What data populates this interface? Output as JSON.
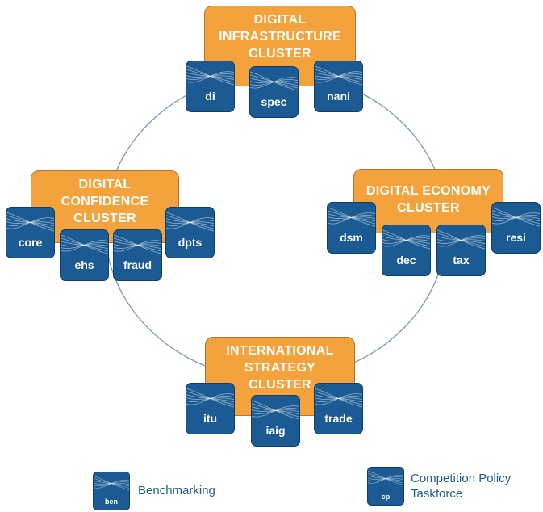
{
  "clusters": [
    {
      "id": "infrastructure",
      "title": "DIGITAL\nINFRASTRUCTURE\nCLUSTER",
      "tiles": [
        "di",
        "spec",
        "nani"
      ]
    },
    {
      "id": "confidence",
      "title": "DIGITAL\nCONFIDENCE\nCLUSTER",
      "tiles": [
        "core",
        "ehs",
        "fraud",
        "dpts"
      ]
    },
    {
      "id": "economy",
      "title": "DIGITAL ECONOMY\nCLUSTER",
      "tiles": [
        "dsm",
        "dec",
        "tax",
        "resi"
      ]
    },
    {
      "id": "international",
      "title": "INTERNATIONAL\nSTRATEGY\nCLUSTER",
      "tiles": [
        "itu",
        "iaig",
        "trade"
      ]
    }
  ],
  "legend": [
    {
      "tile": "ben",
      "text": "Benchmarking"
    },
    {
      "tile": "cp",
      "text": "Competition Policy\nTaskforce"
    }
  ],
  "colors": {
    "cluster_fill": "#F4A23C",
    "tile_fill": "#1B5A92",
    "ring": "#7E97B8",
    "legend_text": "#1F5D96"
  }
}
